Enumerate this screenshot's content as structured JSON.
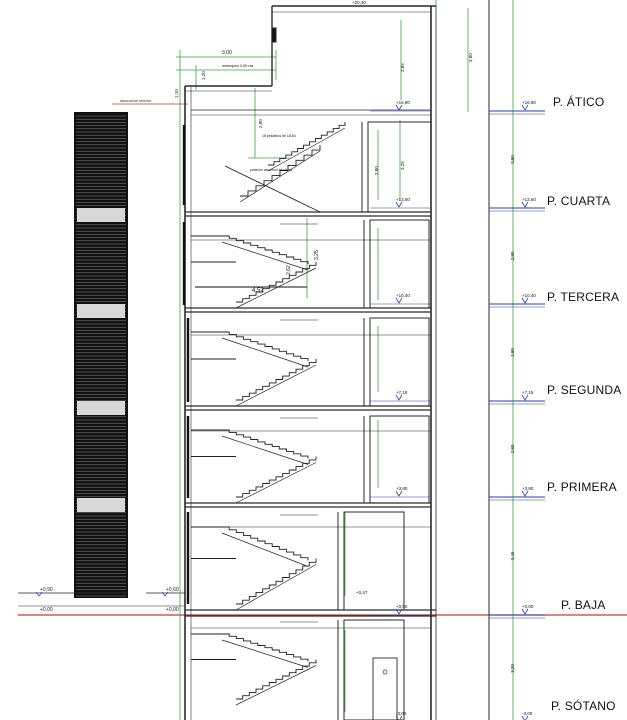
{
  "floors": [
    {
      "name": "P. ÁTICO",
      "level": "+16,90"
    },
    {
      "name": "P. CUARTA",
      "level": "+13,60"
    },
    {
      "name": "P. TERCERA",
      "level": "+10,40"
    },
    {
      "name": "P. SEGUNDA",
      "level": "+7,15"
    },
    {
      "name": "P. PRIMERA",
      "level": "+3,80"
    },
    {
      "name": "P. BAJA",
      "level": "+0,00"
    },
    {
      "name": "P. SÓTANO",
      "level": "-3,00"
    }
  ],
  "storey_heights": [
    "2,80",
    "2,80",
    "2,80",
    "2,80",
    "3,45",
    "3,20"
  ],
  "top_level": "+20,30",
  "top_heights": [
    "2,85",
    "3,80"
  ],
  "dimensions": {
    "setback_width": "3,00",
    "setback_note": "retranqueo 3,00 mts",
    "parapet_height": "1,20",
    "attic_height": "1,10",
    "attic_room_height": "2,80",
    "stair_flight_height": "3,25",
    "stair_width": "4,52",
    "stair_riser": "2,62",
    "inner_height": "2,80",
    "attic_inner_height": "3,25"
  },
  "annotations": {
    "limit_line": "alineación interior",
    "steps_note": "18 peldaños de 18,64",
    "finished_ceiling": "posición ascensor escalera",
    "left_level_top": "+0,90",
    "left_level_bottom": "+0,00",
    "mid_level_top": "+0,60",
    "mid_level_bottom": "+0,00",
    "stair_landing": "+0,47"
  },
  "colors": {
    "line": "#2a2a2a",
    "green": "#3aa83a",
    "blue": "#2a3fb5",
    "red": "#c83a3a",
    "facade": "#111111"
  }
}
